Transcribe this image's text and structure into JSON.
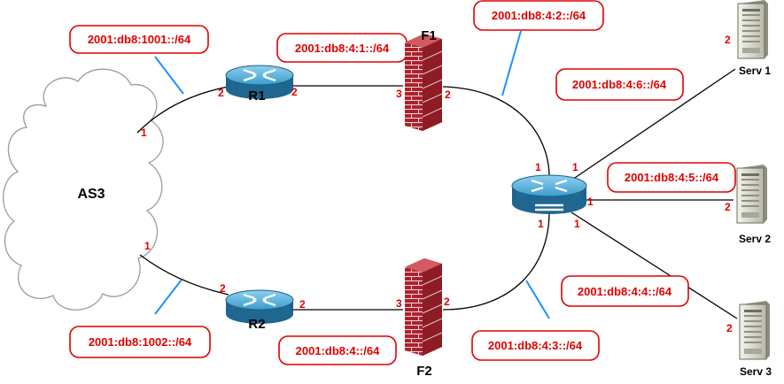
{
  "cloud": {
    "label": "AS3"
  },
  "devices": {
    "r1": {
      "label": "R1"
    },
    "r2": {
      "label": "R2"
    },
    "f1": {
      "label": "F1"
    },
    "f2": {
      "label": "F2"
    }
  },
  "servers": {
    "serv1": {
      "label": "Serv 1"
    },
    "serv2": {
      "label": "Serv 2"
    },
    "serv3": {
      "label": "Serv 3"
    }
  },
  "subnets": {
    "as_r1": "2001:db8:1001::/64",
    "as_r2": "2001:db8:1002::/64",
    "r1_f1": "2001:db8:4:1::/64",
    "r2_f2": "2001:db8:4::/64",
    "f1_sw": "2001:db8:4:2::/64",
    "f2_sw": "2001:db8:4:3::/64",
    "sw_serv1": "2001:db8:4:6::/64",
    "sw_serv2": "2001:db8:4:5::/64",
    "sw_serv3": "2001:db8:4:4::/64"
  },
  "ports": {
    "as_top": "1",
    "r1_left": "2",
    "r1_right": "2",
    "f1_left": "3",
    "f1_right": "2",
    "as_bottom": "1",
    "r2_left": "2",
    "r2_right": "2",
    "f2_left": "3",
    "f2_right": "2",
    "sw_top_left": "1",
    "sw_top_right": "1",
    "sw_right": "1",
    "sw_bottom_left": "1",
    "sw_bottom_right": "1",
    "serv1": "2",
    "serv2": "2",
    "serv3": "2"
  },
  "colors": {
    "label_border": "#e00000",
    "label_text": "#e00000",
    "annotation_line": "#1e90ff",
    "router_body": "#2f7fb0",
    "firewall": "#a8202a"
  }
}
